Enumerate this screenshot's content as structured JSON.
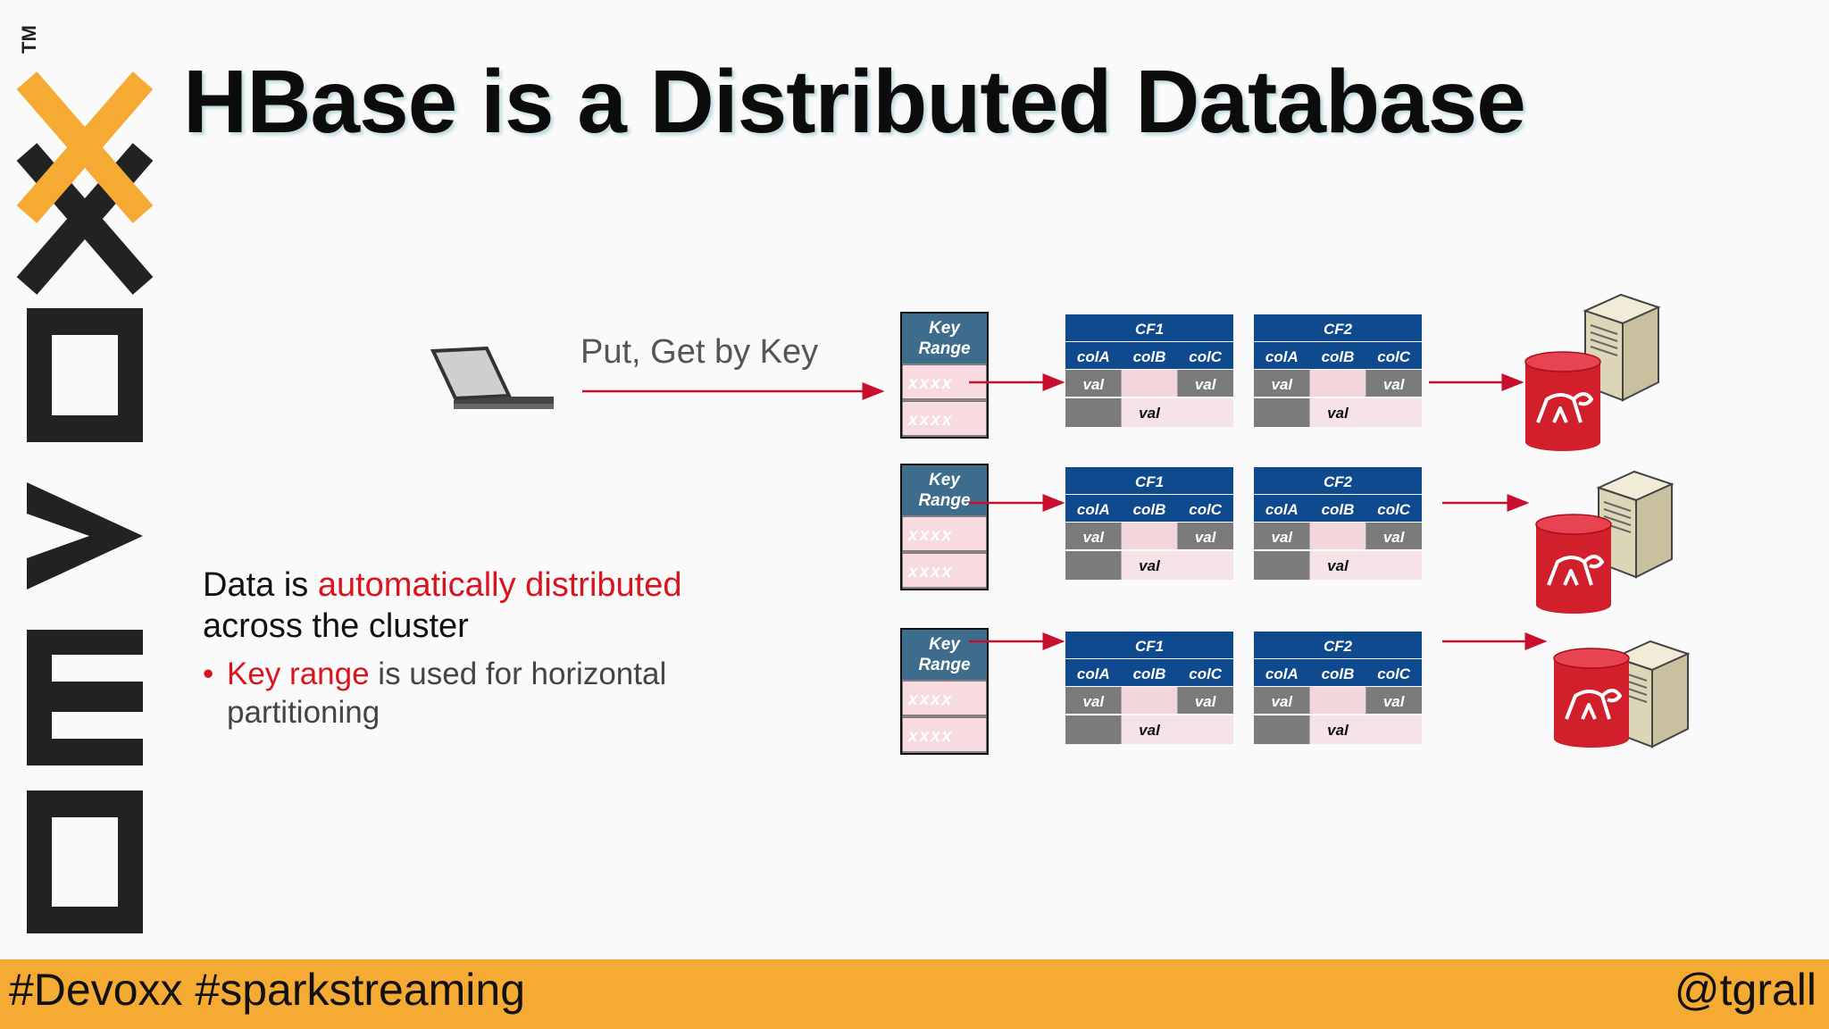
{
  "slide": {
    "title": "HBase is a Distributed Database",
    "operation_label": "Put, Get by Key",
    "description": {
      "part1": "Data is ",
      "highlight": "automatically distributed",
      "part2": " across the cluster"
    },
    "bullet": {
      "marker": "•",
      "highlight": "Key range",
      "rest": " is used for horizontal partitioning"
    }
  },
  "logo": {
    "text": "DEVOXX",
    "trademark": "TM",
    "colors": {
      "dark": "#222222",
      "accent": "#f5ab33"
    }
  },
  "diagram": {
    "key_table": {
      "header": "Key Range",
      "header_lines": [
        "Key",
        "Range"
      ],
      "cells": [
        "xxxx",
        "xxxx"
      ]
    },
    "column_families": [
      {
        "name": "CF1",
        "columns": [
          "colA",
          "colB",
          "colC"
        ],
        "values": [
          "val",
          "val",
          "val"
        ]
      },
      {
        "name": "CF2",
        "columns": [
          "colA",
          "colB",
          "colC"
        ],
        "values": [
          "val",
          "val",
          "val"
        ]
      }
    ],
    "region_count": 3,
    "icons": [
      "laptop-icon",
      "database-icon",
      "server-icon",
      "hadoop-elephant-icon"
    ],
    "colors": {
      "arrow": "#c8102e",
      "header_blue": "#104a8e",
      "key_header": "#3d6c8d",
      "db_red": "#d11f2b"
    }
  },
  "footer": {
    "hashtags": "#Devoxx  #sparkstreaming",
    "handle": "@tgrall",
    "color": "#f5ab33"
  }
}
